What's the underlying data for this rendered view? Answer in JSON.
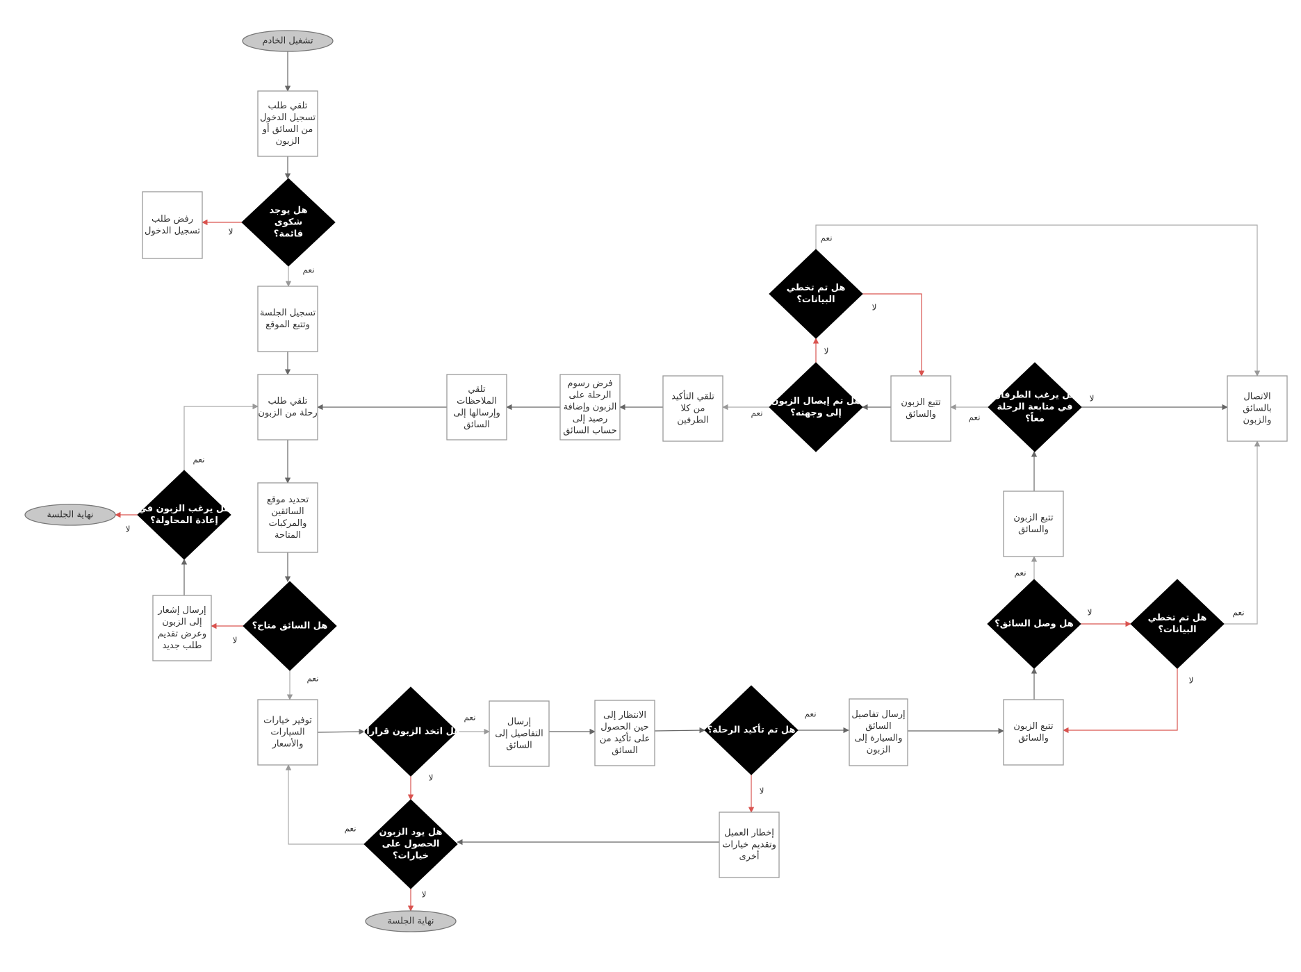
{
  "nodes": {
    "start": {
      "text": "تشغيل الخادم"
    },
    "login_request": {
      "text": "تلقي طلب\nتسجيل الدخول\nمن السائق أو\nالزبون"
    },
    "complaint_q": {
      "text": "هل يوجد\nشكوى\nقائمة؟"
    },
    "reject_login": {
      "text": "رفض طلب\nتسجيل الدخول"
    },
    "register_session": {
      "text": "تسجيل الجلسة\nوتتبع الموقع"
    },
    "trip_request": {
      "text": "تلقي طلب\nرحلة من الزبون"
    },
    "locate_drivers": {
      "text": "تحديد موقع\nالسائقين\nوالمركبات\nالمتاحة"
    },
    "driver_available_q": {
      "text": "هل السائق متاح؟"
    },
    "notify_customer": {
      "text": "إرسال إشعار\nإلى الزبون\nوعرض تقديم\nطلب جديد"
    },
    "retry_q": {
      "text": "هل يرغب الزبون في\nإعادة المحاولة؟"
    },
    "end_left": {
      "text": "نهاية الجلسة"
    },
    "provide_options": {
      "text": "توفير خيارات\nالسيارات\nوالأسعار"
    },
    "customer_decided_q": {
      "text": "هل اتخذ الزبون قراراً؟"
    },
    "send_details": {
      "text": "إرسال\nالتفاصيل إلى\nالسائق"
    },
    "wait_confirm": {
      "text": "الانتظار إلى\nحين الحصول\nعلى تأكيد من\nالسائق"
    },
    "trip_confirmed_q": {
      "text": "هل تم تأكيد الرحلة؟"
    },
    "notify_options": {
      "text": "إخطار العميل\nوتقديم خيارات\nأخرى"
    },
    "wants_options_q": {
      "text": "هل يود الزبون\nالحصول على\nخيارات؟"
    },
    "end_bottom": {
      "text": "نهاية الجلسة"
    },
    "send_driver_details": {
      "text": "إرسال تفاصيل\nالسائق\nوالسيارة إلى\nالزبون"
    },
    "track_1": {
      "text": "تتبع الزبون\nوالسائق"
    },
    "driver_arrived_q": {
      "text": "هل وصل السائق؟"
    },
    "data_bypass_q1": {
      "text": "هل تم تخطي\nالبيانات؟"
    },
    "track_2": {
      "text": "تتبع الزبون\nوالسائق"
    },
    "continue_together_q": {
      "text": "هل يرغب الطرفان\nفي متابعة الرحلة\nمعاً؟"
    },
    "contact_both": {
      "text": "الاتصال\nبالسائق\nوالزبون"
    },
    "track_3": {
      "text": "تتبع الزبون\nوالسائق"
    },
    "delivered_q": {
      "text": "هل تم إيصال الزبون\nإلى وجهته؟"
    },
    "data_bypass_q2": {
      "text": "هل تم تخطي\nالبيانات؟"
    },
    "confirm_both": {
      "text": "تلقي التأكيد\nمن كلا\nالطرفين"
    },
    "charge_fee": {
      "text": "فرض رسوم\nالرحلة على\nالزبون وإضافة\nرصيد إلى\nحساب السائق"
    },
    "receive_notes": {
      "text": "تلقي\nالملاحظات\nوإرسالها إلى\nالسائق"
    }
  },
  "edges": [
    {
      "from": "start",
      "to": "login_request",
      "label": ""
    },
    {
      "from": "login_request",
      "to": "complaint_q",
      "label": ""
    },
    {
      "from": "complaint_q",
      "to": "reject_login",
      "label": "لا"
    },
    {
      "from": "complaint_q",
      "to": "register_session",
      "label": "نعم"
    },
    {
      "from": "register_session",
      "to": "trip_request",
      "label": ""
    },
    {
      "from": "trip_request",
      "to": "locate_drivers",
      "label": ""
    },
    {
      "from": "locate_drivers",
      "to": "driver_available_q",
      "label": ""
    },
    {
      "from": "driver_available_q",
      "to": "notify_customer",
      "label": "لا"
    },
    {
      "from": "notify_customer",
      "to": "retry_q",
      "label": ""
    },
    {
      "from": "retry_q",
      "to": "trip_request",
      "label": "نعم"
    },
    {
      "from": "retry_q",
      "to": "end_left",
      "label": "لا"
    },
    {
      "from": "driver_available_q",
      "to": "provide_options",
      "label": "نعم"
    },
    {
      "from": "provide_options",
      "to": "customer_decided_q",
      "label": ""
    },
    {
      "from": "customer_decided_q",
      "to": "send_details",
      "label": "نعم"
    },
    {
      "from": "customer_decided_q",
      "to": "wants_options_q",
      "label": "لا"
    },
    {
      "from": "send_details",
      "to": "wait_confirm",
      "label": ""
    },
    {
      "from": "wait_confirm",
      "to": "trip_confirmed_q",
      "label": ""
    },
    {
      "from": "trip_confirmed_q",
      "to": "send_driver_details",
      "label": "نعم"
    },
    {
      "from": "trip_confirmed_q",
      "to": "notify_options",
      "label": "لا"
    },
    {
      "from": "notify_options",
      "to": "wants_options_q",
      "label": ""
    },
    {
      "from": "wants_options_q",
      "to": "provide_options",
      "label": "نعم"
    },
    {
      "from": "wants_options_q",
      "to": "end_bottom",
      "label": "لا"
    },
    {
      "from": "send_driver_details",
      "to": "track_1",
      "label": ""
    },
    {
      "from": "track_1",
      "to": "driver_arrived_q",
      "label": ""
    },
    {
      "from": "driver_arrived_q",
      "to": "track_2",
      "label": "نعم"
    },
    {
      "from": "driver_arrived_q",
      "to": "data_bypass_q1",
      "label": "لا"
    },
    {
      "from": "data_bypass_q1",
      "to": "contact_both",
      "label": "نعم"
    },
    {
      "from": "data_bypass_q1",
      "to": "track_1",
      "label": "لا"
    },
    {
      "from": "track_2",
      "to": "continue_together_q",
      "label": ""
    },
    {
      "from": "continue_together_q",
      "to": "track_3",
      "label": "نعم"
    },
    {
      "from": "continue_together_q",
      "to": "contact_both",
      "label": "لا"
    },
    {
      "from": "track_3",
      "to": "delivered_q",
      "label": ""
    },
    {
      "from": "delivered_q",
      "to": "confirm_both",
      "label": "نعم"
    },
    {
      "from": "delivered_q",
      "to": "data_bypass_q2",
      "label": "لا"
    },
    {
      "from": "data_bypass_q2",
      "to": "track_3",
      "label": "لا"
    },
    {
      "from": "data_bypass_q2",
      "to": "contact_both",
      "label": "نعم"
    },
    {
      "from": "confirm_both",
      "to": "charge_fee",
      "label": ""
    },
    {
      "from": "charge_fee",
      "to": "receive_notes",
      "label": ""
    },
    {
      "from": "receive_notes",
      "to": "trip_request",
      "label": ""
    }
  ],
  "colors": {
    "decision_fill": "#000000",
    "decision_text": "#ffffff",
    "terminal_fill": "#c8c8c8",
    "box_stroke": "#9a9a9a",
    "edge_default": "#666666",
    "edge_no": "#d9534f",
    "edge_yes": "#aaaaaa"
  }
}
